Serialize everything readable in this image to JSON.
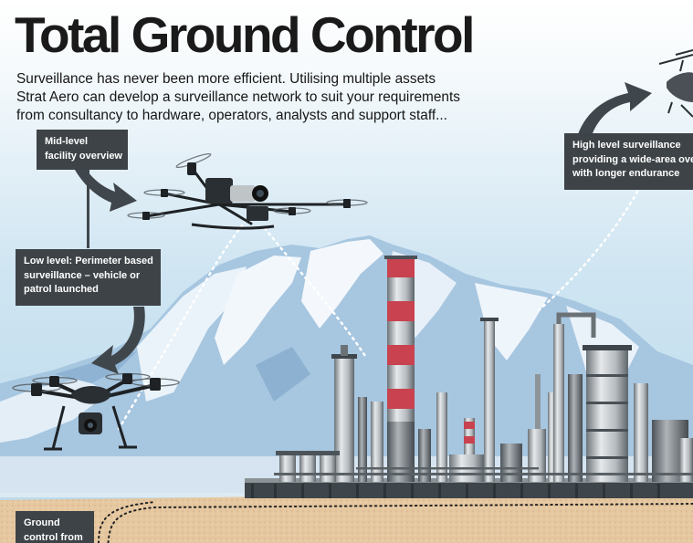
{
  "title": "Total Ground Control",
  "intro_lines": [
    "Surveillance has never been more efficient. Utilising multiple assets",
    "Strat Aero can develop a surveillance network to suit your requirements",
    "from consultancy to hardware, operators, analysts and support staff..."
  ],
  "labels": {
    "mid_level": [
      "Mid-level",
      "facility overview"
    ],
    "low_level": [
      "Low level: Perimeter based",
      "surveillance – vehicle or",
      "patrol launched"
    ],
    "high_level": [
      "High level surveillance",
      "providing a wide-area over",
      "with longer endurance"
    ],
    "ground": [
      "Ground",
      "control from"
    ]
  },
  "icons": [
    "quadcopter-icon",
    "hexacopter-icon",
    "helicopter-icon",
    "arrow-icon"
  ],
  "colors": {
    "sky_top": "#ffffff",
    "sky_bottom": "#bfdced",
    "mountain": "#9fc1dd",
    "mountain_snow": "#eef5fb",
    "ground": "#e7c9a2",
    "label_bg": "#3d4347",
    "arrow": "#40474c",
    "chimney_red": "#c8424f",
    "title": "#1a1a1a"
  }
}
